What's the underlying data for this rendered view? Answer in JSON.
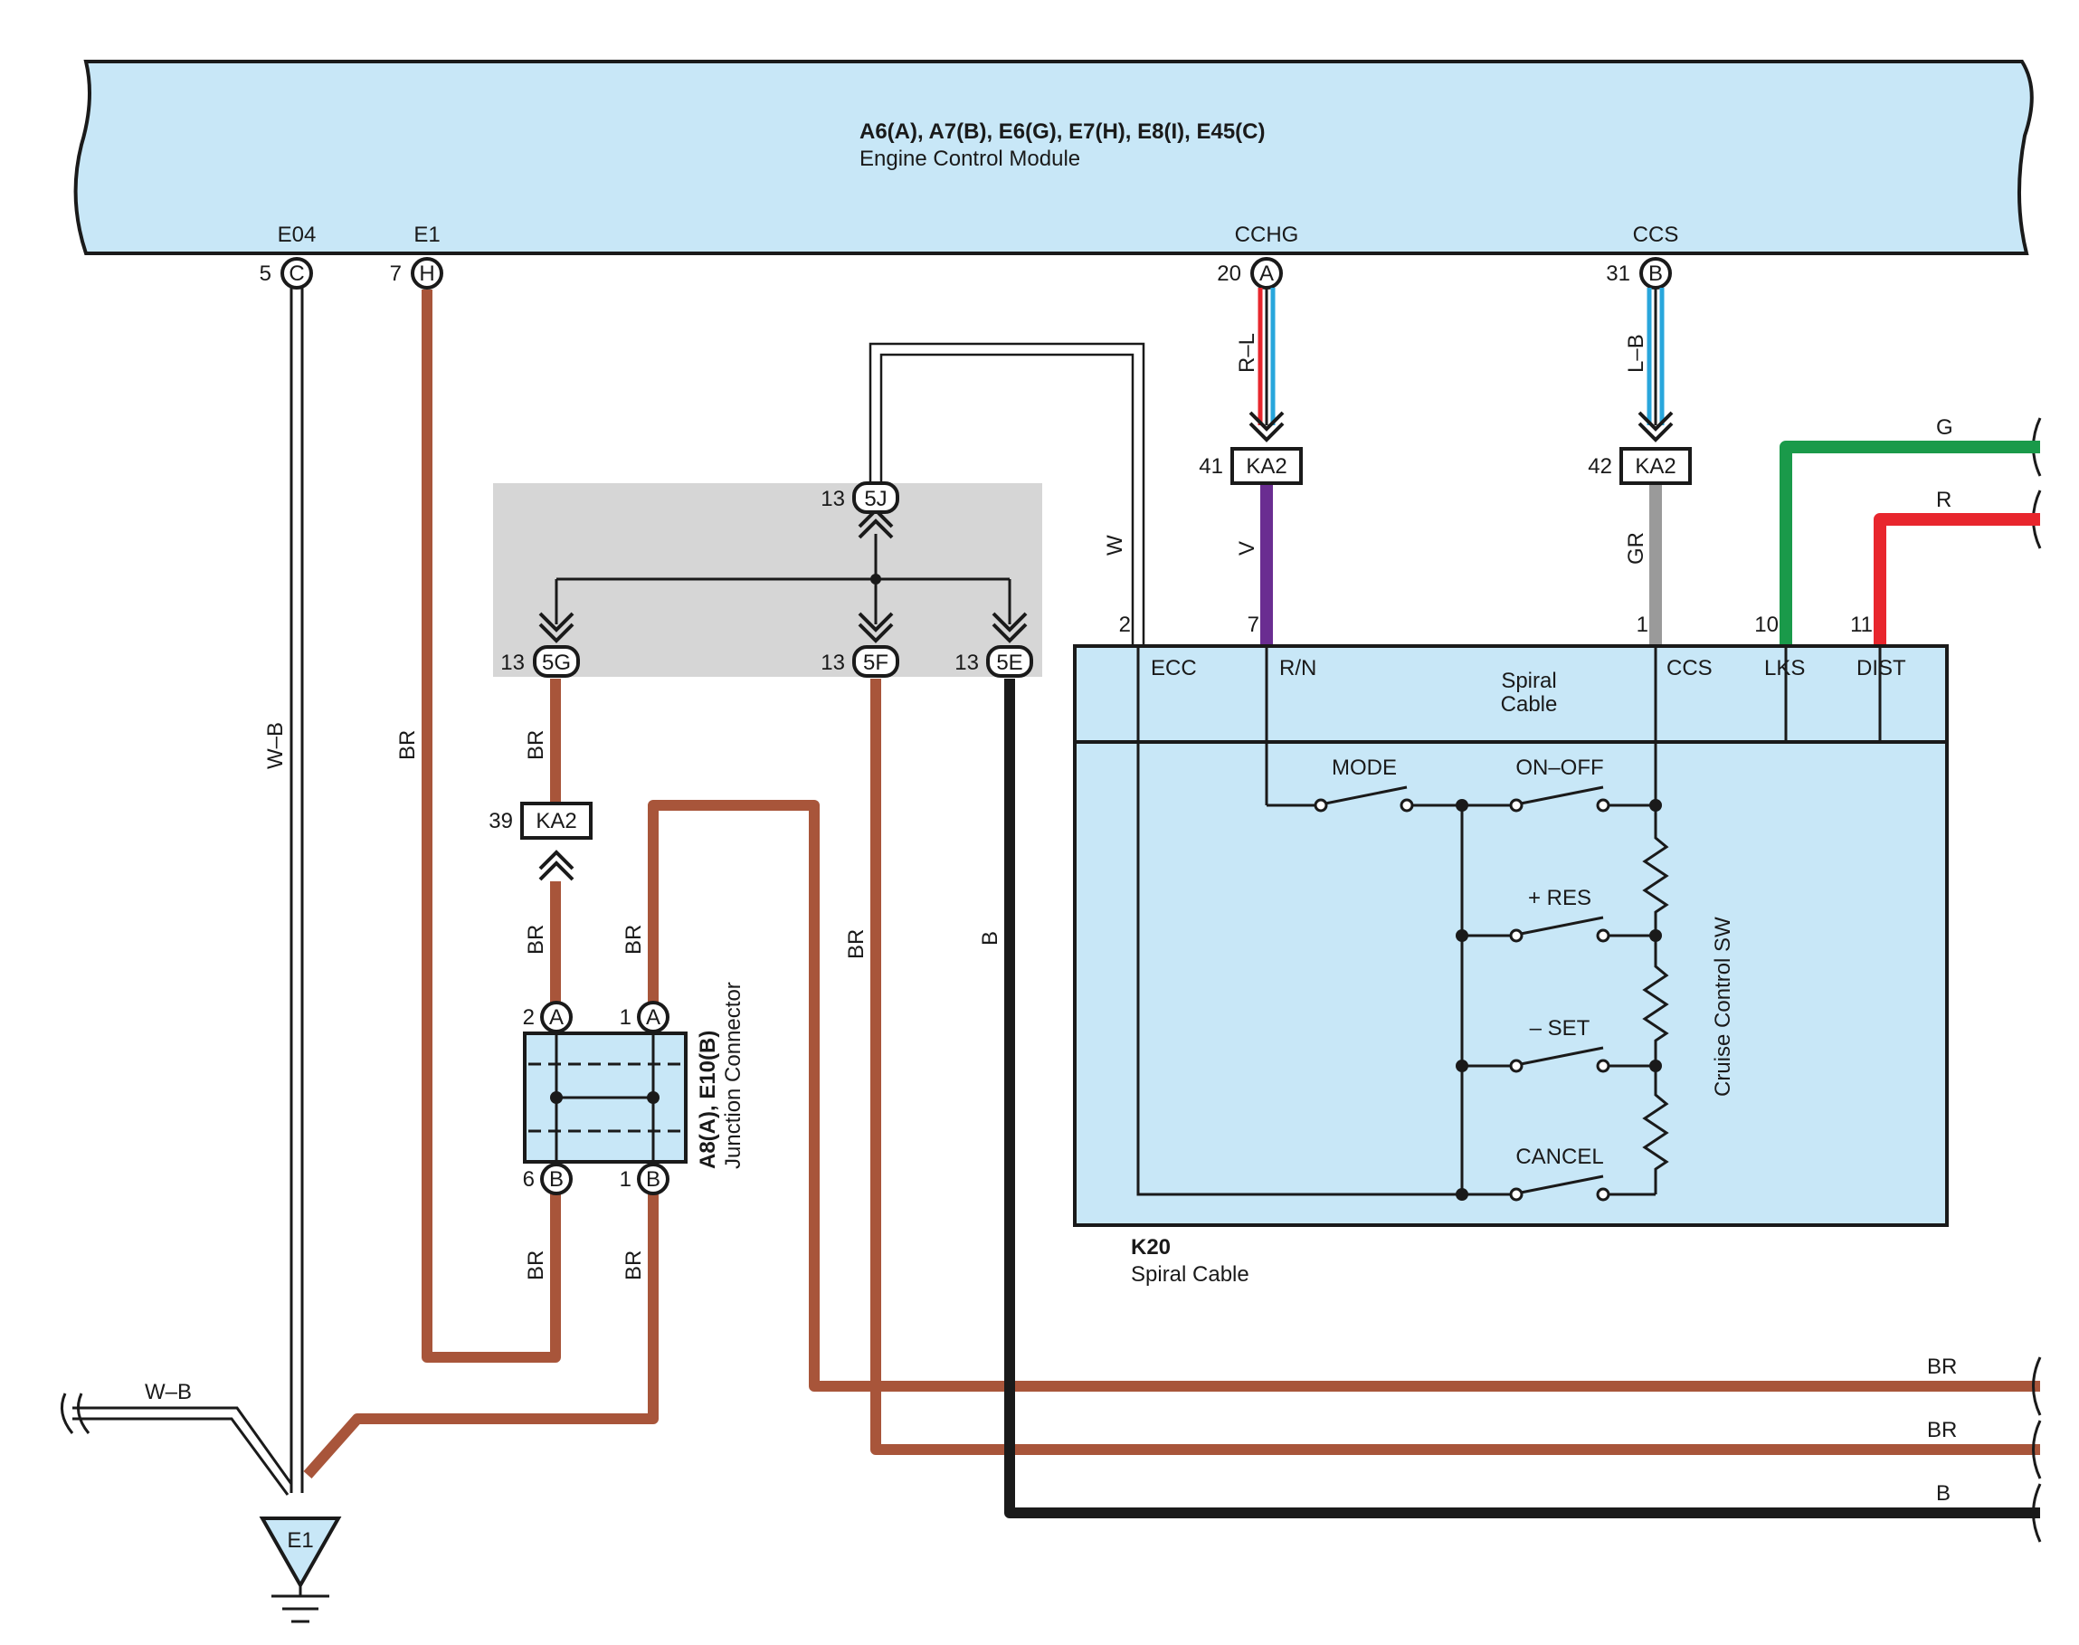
{
  "ecm": {
    "connectors": "A6(A), A7(B), E6(G), E7(H), E8(I), E45(C)",
    "name": "Engine Control Module",
    "terminals": [
      {
        "name": "E04",
        "pin": "5",
        "conn": "C"
      },
      {
        "name": "E1",
        "pin": "7",
        "conn": "H"
      },
      {
        "name": "CCHG",
        "pin": "20",
        "conn": "A"
      },
      {
        "name": "CCS",
        "pin": "31",
        "conn": "B"
      }
    ]
  },
  "wires": {
    "wb": "W–B",
    "br": "BR",
    "rl": "R–L",
    "lb": "L–B",
    "w": "W",
    "v": "V",
    "gr": "GR",
    "b": "B",
    "g": "G",
    "r": "R"
  },
  "colors": {
    "panel": "#c8e7f7",
    "brown": "#a8553a",
    "red": "#e8262d",
    "blue": "#28a6dc",
    "purple": "#6a2d91",
    "green": "#1a9a4a",
    "gray": "#9a9a9a",
    "black": "#1a1a1a",
    "junction_gray": "#d6d6d6"
  },
  "junction": {
    "top": {
      "pin": "13",
      "id": "5J"
    },
    "outputs": [
      {
        "pin": "13",
        "id": "5G"
      },
      {
        "pin": "13",
        "id": "5F"
      },
      {
        "pin": "13",
        "id": "5E"
      }
    ]
  },
  "ka2": [
    {
      "pin": "41",
      "label": "KA2"
    },
    {
      "pin": "42",
      "label": "KA2"
    },
    {
      "pin": "39",
      "label": "KA2"
    }
  ],
  "junction_connector": {
    "id": "A8(A), E10(B)",
    "name": "Junction Connector",
    "pins": [
      {
        "pin": "2",
        "conn": "A"
      },
      {
        "pin": "1",
        "conn": "A"
      },
      {
        "pin": "6",
        "conn": "B"
      },
      {
        "pin": "1",
        "conn": "B"
      }
    ]
  },
  "spiral": {
    "id": "K20",
    "name": "Spiral Cable",
    "header_label": [
      "Spiral",
      "Cable"
    ],
    "pins": [
      {
        "pin": "2",
        "name": "ECC"
      },
      {
        "pin": "7",
        "name": "R/N"
      },
      {
        "pin": "1",
        "name": "CCS"
      },
      {
        "pin": "10",
        "name": "LKS"
      },
      {
        "pin": "11",
        "name": "DIST"
      }
    ],
    "switches": [
      "MODE",
      "ON–OFF",
      "+ RES",
      "– SET",
      "CANCEL"
    ],
    "cruise_label": "Cruise Control SW"
  },
  "ground": {
    "label": "E1"
  }
}
